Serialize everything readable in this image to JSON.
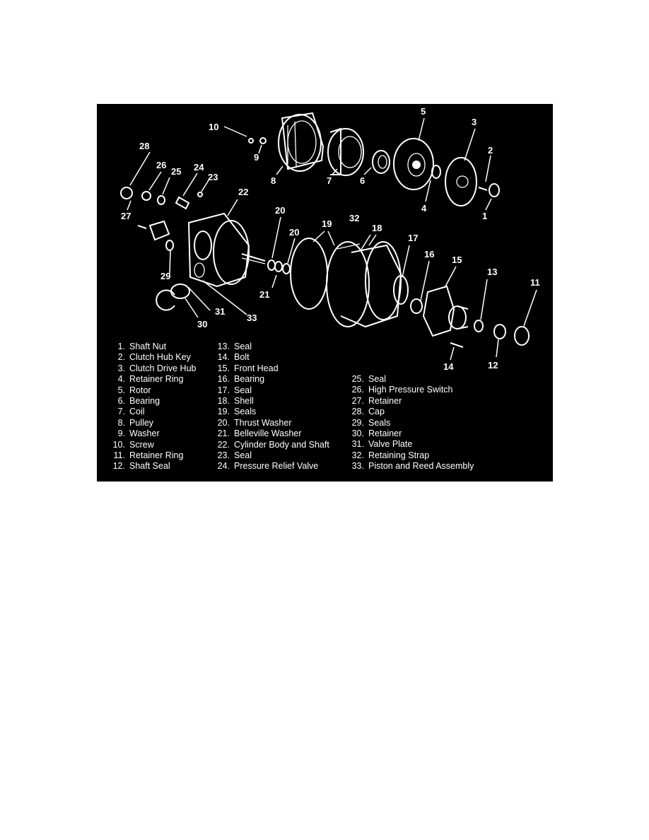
{
  "figure": {
    "callouts": [
      {
        "num": "1"
      },
      {
        "num": "2"
      },
      {
        "num": "3"
      },
      {
        "num": "4"
      },
      {
        "num": "5"
      },
      {
        "num": "6"
      },
      {
        "num": "7"
      },
      {
        "num": "8"
      },
      {
        "num": "9"
      },
      {
        "num": "10"
      },
      {
        "num": "11"
      },
      {
        "num": "12"
      },
      {
        "num": "13"
      },
      {
        "num": "14"
      },
      {
        "num": "15"
      },
      {
        "num": "16"
      },
      {
        "num": "17"
      },
      {
        "num": "18"
      },
      {
        "num": "19"
      },
      {
        "num": "20"
      },
      {
        "num": "20"
      },
      {
        "num": "21"
      },
      {
        "num": "22"
      },
      {
        "num": "23"
      },
      {
        "num": "24"
      },
      {
        "num": "25"
      },
      {
        "num": "26"
      },
      {
        "num": "27"
      },
      {
        "num": "28"
      },
      {
        "num": "29"
      },
      {
        "num": "30"
      },
      {
        "num": "31"
      },
      {
        "num": "32"
      },
      {
        "num": "33"
      }
    ],
    "legend": {
      "col1": [
        {
          "num": "1.",
          "label": "Shaft Nut"
        },
        {
          "num": "2.",
          "label": "Clutch Hub Key"
        },
        {
          "num": "3.",
          "label": "Clutch Drive Hub"
        },
        {
          "num": "4.",
          "label": "Retainer Ring"
        },
        {
          "num": "5.",
          "label": "Rotor"
        },
        {
          "num": "6.",
          "label": "Bearing"
        },
        {
          "num": "7.",
          "label": "Coil"
        },
        {
          "num": "8.",
          "label": "Pulley"
        },
        {
          "num": "9.",
          "label": "Washer"
        },
        {
          "num": "10.",
          "label": "Screw"
        },
        {
          "num": "11.",
          "label": "Retainer Ring"
        },
        {
          "num": "12.",
          "label": "Shaft Seal"
        }
      ],
      "col2": [
        {
          "num": "13.",
          "label": "Seal"
        },
        {
          "num": "14.",
          "label": "Bolt"
        },
        {
          "num": "15.",
          "label": "Front Head"
        },
        {
          "num": "16.",
          "label": "Bearing"
        },
        {
          "num": "17.",
          "label": "Seal"
        },
        {
          "num": "18.",
          "label": "Shell"
        },
        {
          "num": "19.",
          "label": "Seals"
        },
        {
          "num": "20.",
          "label": "Thrust Washer"
        },
        {
          "num": "21.",
          "label": "Belleville Washer"
        },
        {
          "num": "22.",
          "label": "Cylinder Body and Shaft"
        },
        {
          "num": "23.",
          "label": "Seal"
        },
        {
          "num": "24.",
          "label": "Pressure Relief Valve"
        }
      ],
      "col3": [
        {
          "num": "25.",
          "label": "Seal"
        },
        {
          "num": "26.",
          "label": "High Pressure Switch"
        },
        {
          "num": "27.",
          "label": "Retainer"
        },
        {
          "num": "28.",
          "label": "Cap"
        },
        {
          "num": "29.",
          "label": "Seals"
        },
        {
          "num": "30.",
          "label": "Retainer"
        },
        {
          "num": "31.",
          "label": "Valve Plate"
        },
        {
          "num": "32.",
          "label": "Retaining Strap"
        },
        {
          "num": "33.",
          "label": "Piston and Reed Assembly"
        }
      ]
    }
  }
}
